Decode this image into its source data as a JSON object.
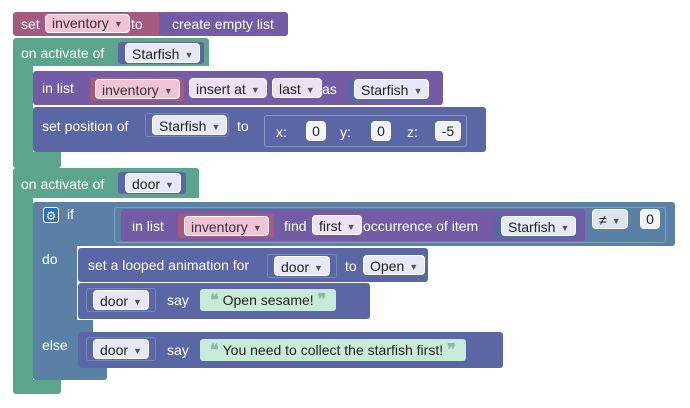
{
  "set_block": {
    "set": "set",
    "var": "inventory",
    "to": "to",
    "value": "create empty list"
  },
  "event1": {
    "label": "on activate of",
    "object": "Starfish",
    "insert": {
      "in_list": "in list",
      "list": "inventory",
      "mode": "insert at",
      "pos": "last",
      "as": "as",
      "item": "Starfish"
    },
    "position": {
      "label": "set position of",
      "object": "Starfish",
      "to": "to",
      "x_label": "x:",
      "x": "0",
      "y_label": "y:",
      "y": "0",
      "z_label": "z:",
      "z": "-5"
    }
  },
  "event2": {
    "label": "on activate of",
    "object": "door",
    "if": {
      "label": "if",
      "in_list": "in list",
      "list": "inventory",
      "find": "find",
      "which": "first",
      "occ": "occurrence of item",
      "item": "Starfish",
      "op": "≠",
      "compare": "0"
    },
    "do": {
      "label": "do",
      "anim": {
        "label": "set a looped animation for",
        "object": "door",
        "to": "to",
        "anim": "Open"
      },
      "say": {
        "object": "door",
        "say": "say",
        "text": "Open sesame!"
      }
    },
    "else": {
      "label": "else",
      "say": {
        "object": "door",
        "say": "say",
        "text": "You need to collect the starfish first!"
      }
    }
  },
  "colors": {
    "variables": "#a55b80",
    "lists": "#745ba5",
    "events": "#5ba58c",
    "objects": "#5b67a5",
    "logic": "#5b80a5",
    "text": "#c8ead8"
  }
}
